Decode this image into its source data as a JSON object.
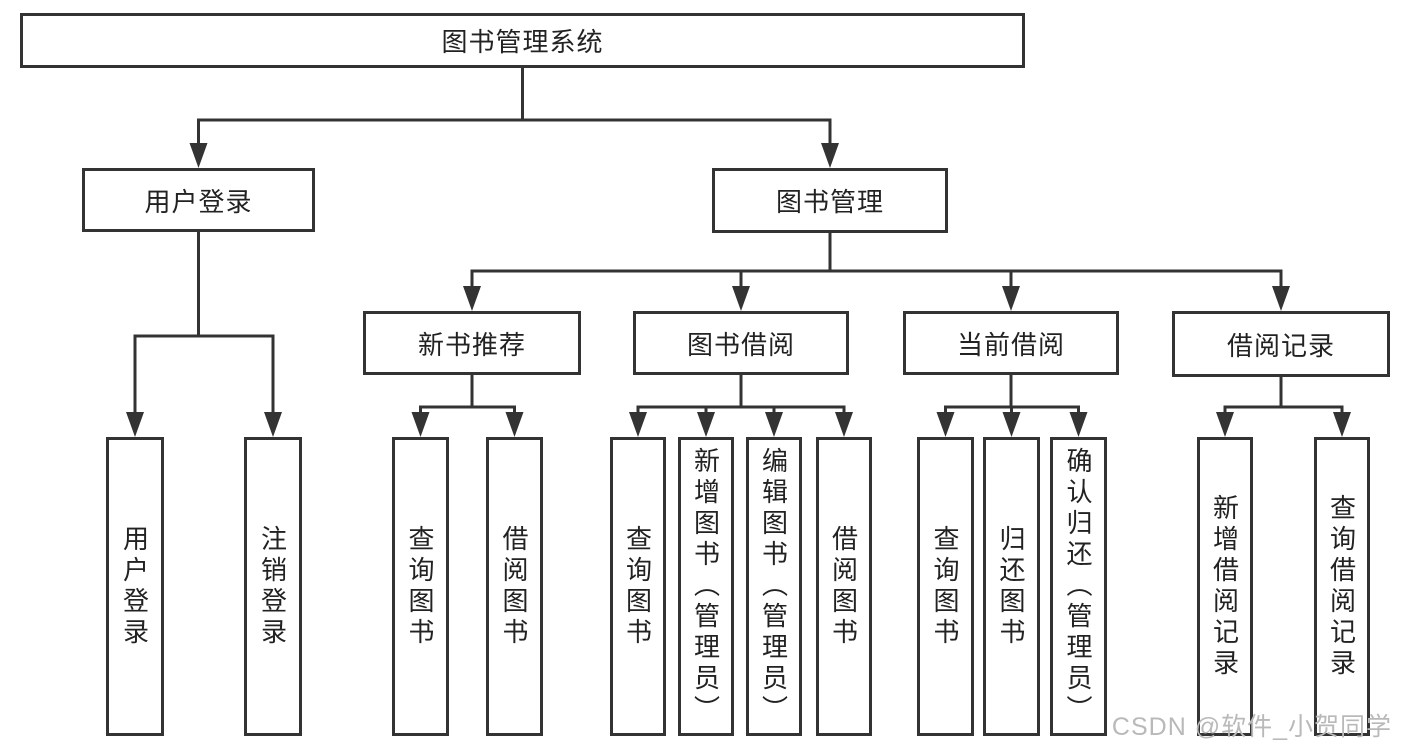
{
  "diagram": {
    "root": {
      "label": "图书管理系统"
    },
    "level2": {
      "user_login": {
        "label": "用户登录"
      },
      "book_mgmt": {
        "label": "图书管理"
      }
    },
    "level3": {
      "new_book_rec": {
        "label": "新书推荐"
      },
      "book_borrow": {
        "label": "图书借阅"
      },
      "current_borrow": {
        "label": "当前借阅"
      },
      "borrow_records": {
        "label": "借阅记录"
      }
    },
    "leaves": {
      "user_login": [
        "用户登录",
        "注销登录"
      ],
      "new_book_rec": [
        "查询图书",
        "借阅图书"
      ],
      "book_borrow": [
        "查询图书",
        "新增图书（管理员）",
        "编辑图书（管理员）",
        "借阅图书"
      ],
      "current_borrow": [
        "查询图书",
        "归还图书",
        "确认归还（管理员）"
      ],
      "borrow_records": [
        "新增借阅记录",
        "查询借阅记录"
      ]
    },
    "watermark": "CSDN @软件_小贺同学",
    "colors": {
      "line": "#333333",
      "text": "#222222",
      "box_background": "#ffffff",
      "watermark": "#b9b9b9",
      "page_background": "#ffffff"
    }
  }
}
